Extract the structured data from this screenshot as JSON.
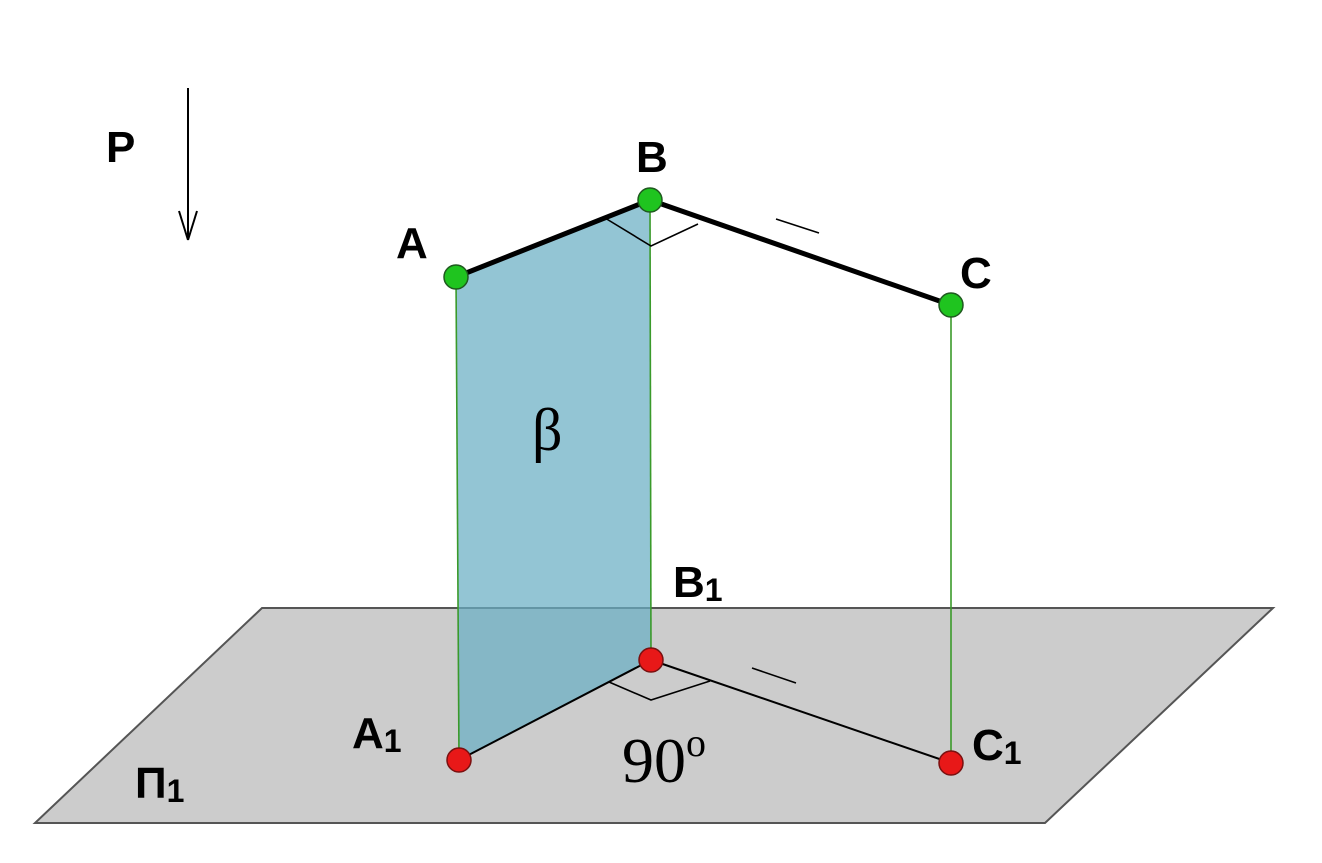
{
  "colors": {
    "plane_fill": "#cccccc",
    "plane_stroke": "#555555",
    "beta_fill": "#6aaec4",
    "segment": "#000000",
    "projector": "#3a9a2a",
    "point_space": "#1fc41f",
    "point_projection": "#e81818"
  },
  "labels": {
    "view_direction": "P",
    "point_a": "A",
    "point_b": "B",
    "point_c": "C",
    "point_a1_base": "A",
    "point_a1_sub": "1",
    "point_b1_base": "B",
    "point_b1_sub": "1",
    "point_c1_base": "C",
    "point_c1_sub": "1",
    "plane_pi_base": "П",
    "plane_pi_sub": "1",
    "plane_beta": "β",
    "angle_base": "90",
    "angle_sup": "o"
  }
}
